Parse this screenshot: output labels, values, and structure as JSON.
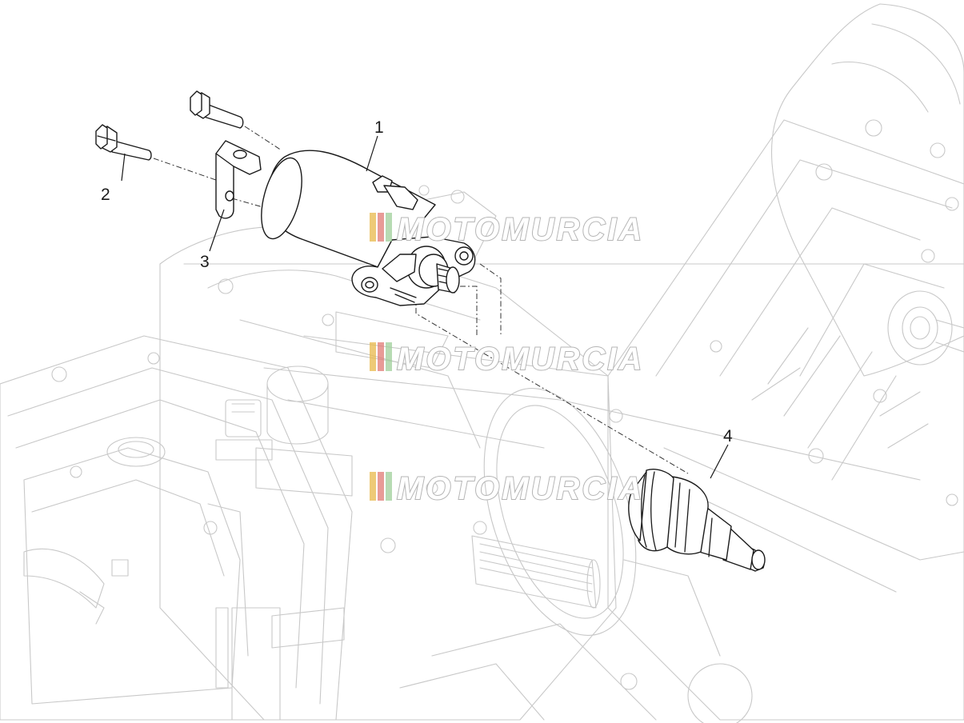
{
  "diagram": {
    "callouts": [
      {
        "id": "1",
        "label": "1"
      },
      {
        "id": "2",
        "label": "2"
      },
      {
        "id": "3",
        "label": "3"
      },
      {
        "id": "4",
        "label": "4"
      }
    ]
  },
  "watermark": {
    "text": "MOTOMURCIA",
    "stripe_colors": [
      "#e8b84a",
      "#e07a74",
      "#9fcf9a"
    ]
  },
  "colors": {
    "part_stroke": "#1a1a1a",
    "ghost_stroke": "#c8c8c8"
  }
}
